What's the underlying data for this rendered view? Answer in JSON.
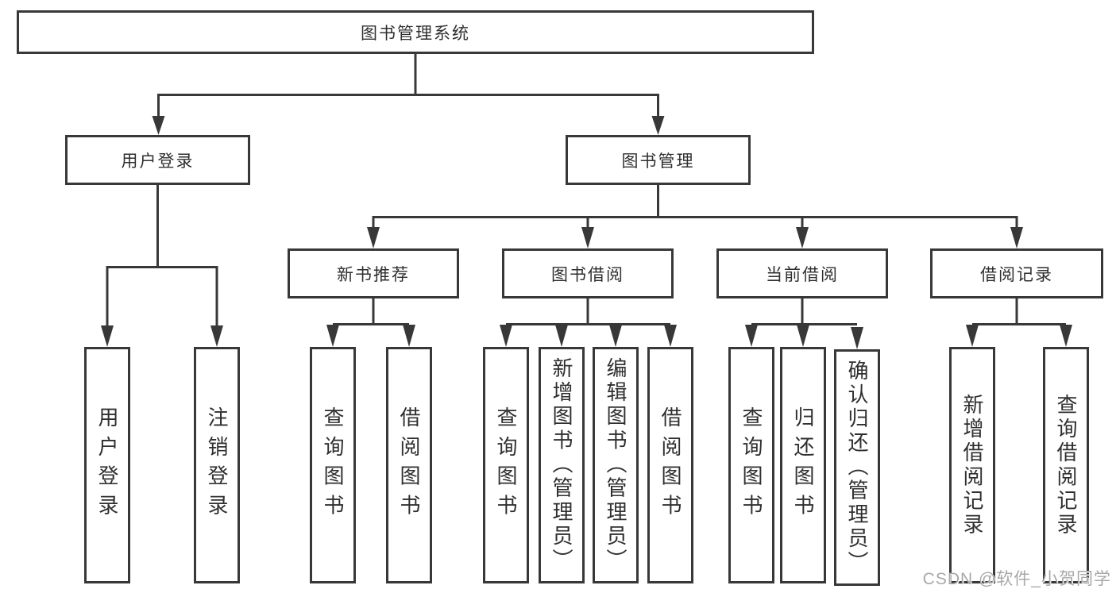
{
  "tree": {
    "root": {
      "label": "图书管理系统"
    },
    "branches": [
      {
        "label": "用户登录",
        "children": [
          {
            "label": "用户登录"
          },
          {
            "label": "注销登录"
          }
        ]
      },
      {
        "label": "图书管理",
        "children": [
          {
            "label": "新书推荐",
            "children": [
              {
                "label": "查询图书"
              },
              {
                "label": "借阅图书"
              }
            ]
          },
          {
            "label": "图书借阅",
            "children": [
              {
                "label": "查询图书"
              },
              {
                "label": "新增图书（管理员）"
              },
              {
                "label": "编辑图书（管理员）"
              },
              {
                "label": "借阅图书"
              }
            ]
          },
          {
            "label": "当前借阅",
            "children": [
              {
                "label": "查询图书"
              },
              {
                "label": "归还图书"
              },
              {
                "label": "确认归还（管理员）"
              }
            ]
          },
          {
            "label": "借阅记录",
            "children": [
              {
                "label": "新增借阅记录"
              },
              {
                "label": "查询借阅记录"
              }
            ]
          }
        ]
      }
    ]
  },
  "watermark": {
    "text": "CSDN @软件_小贺同学"
  },
  "colors": {
    "line": "#383838",
    "box_border": "#383838",
    "text": "#2f2f2f",
    "watermark": "#a8a8a8",
    "background": "#ffffff"
  }
}
